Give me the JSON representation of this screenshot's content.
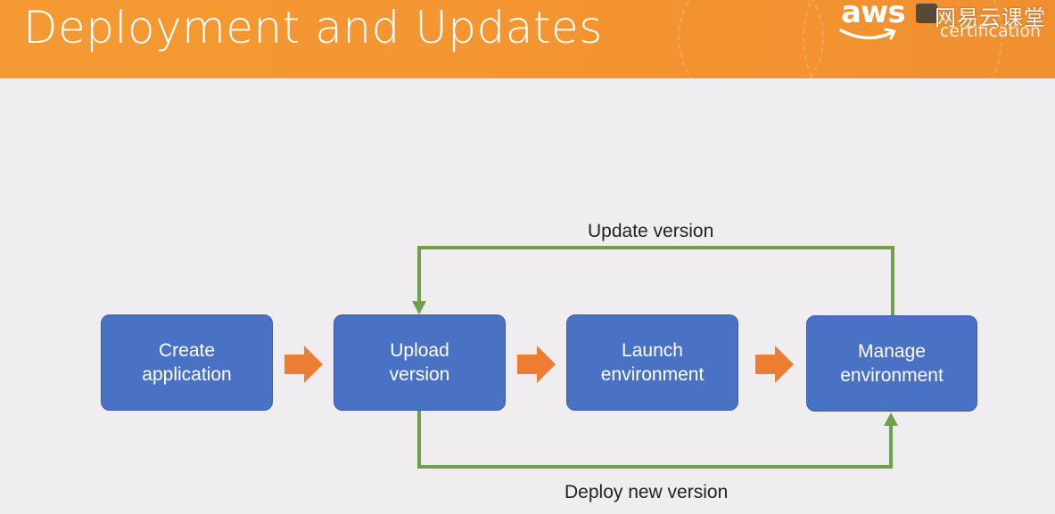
{
  "header": {
    "title": "Deployment and Updates",
    "badge_brand": "aws",
    "badge_sub": "certification",
    "watermark": "网易云课堂"
  },
  "steps": [
    {
      "label": "Create application"
    },
    {
      "label": "Upload version"
    },
    {
      "label": "Launch environment"
    },
    {
      "label": "Manage environment"
    }
  ],
  "loops": {
    "top_label": "Update version",
    "bottom_label": "Deploy new version"
  },
  "colors": {
    "header_orange": "#f59a33",
    "box_blue": "#4a72c4",
    "arrow_orange": "#ed7d31",
    "loop_green": "#70a04a",
    "background": "#efedf0"
  }
}
